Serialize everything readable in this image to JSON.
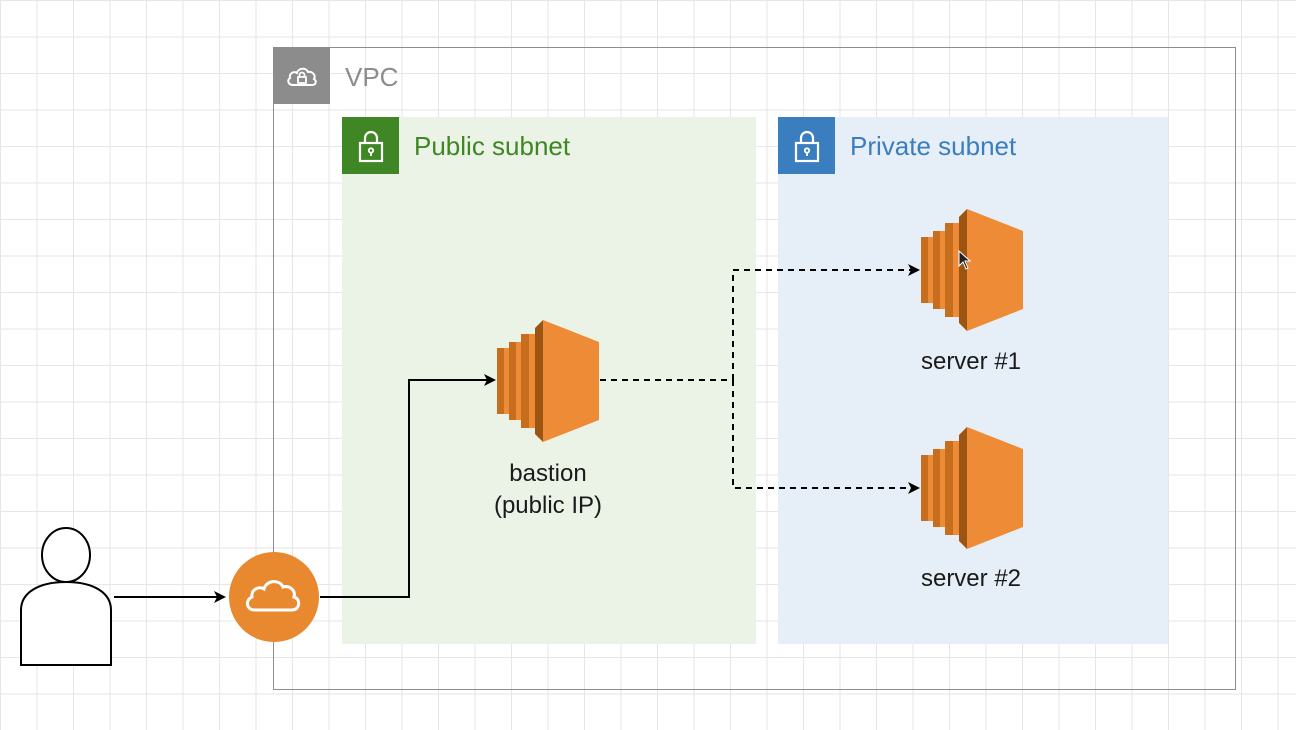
{
  "vpc": {
    "label": "VPC",
    "icon": "cloud-lock-icon",
    "border_color": "#8c8c8c"
  },
  "public_subnet": {
    "label": "Public subnet",
    "icon": "lock-icon",
    "color": "#3f8624",
    "fill": "#ebf2e6"
  },
  "private_subnet": {
    "label": "Private subnet",
    "icon": "lock-icon",
    "color": "#3b7ebf",
    "fill": "#e6eff7"
  },
  "nodes": {
    "user": {
      "icon": "user-icon"
    },
    "internet_gateway": {
      "icon": "cloud-icon",
      "color": "#e8882f"
    },
    "bastion": {
      "label_line1": "bastion",
      "label_line2": "(public IP)",
      "icon": "ec2-instance-icon",
      "color": "#ed8b36"
    },
    "server1": {
      "label": "server #1",
      "icon": "ec2-instance-icon"
    },
    "server2": {
      "label": "server #2",
      "icon": "ec2-instance-icon"
    }
  },
  "edges": [
    {
      "from": "user",
      "to": "internet_gateway",
      "style": "solid"
    },
    {
      "from": "internet_gateway",
      "to": "bastion",
      "style": "solid"
    },
    {
      "from": "bastion",
      "to": "server1",
      "style": "dashed"
    },
    {
      "from": "bastion",
      "to": "server2",
      "style": "dashed"
    }
  ]
}
